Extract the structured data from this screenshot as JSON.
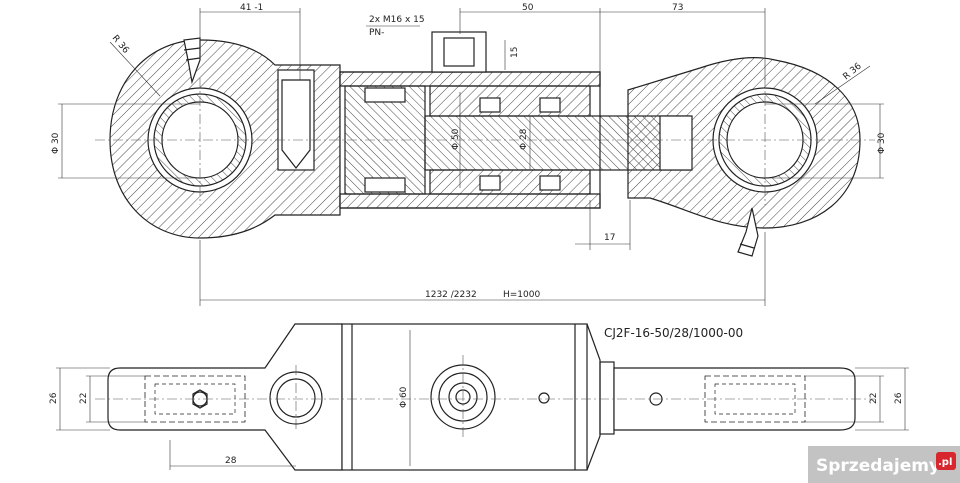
{
  "drawing": {
    "part_number": "CJ2F-16-50/28/1000-00",
    "dimensions": {
      "top_41": "41 -1",
      "port_thread": "2x M16 x 15",
      "port_pn": "PN-",
      "top_50": "50",
      "top_73": "73",
      "r36_left": "R 36",
      "r36_right": "R 36",
      "dia30_left": "Φ 30",
      "dia30_right": "Φ 30",
      "dia50": "Φ 50",
      "dia28": "Φ 28",
      "port_15": "15",
      "dim_17": "17",
      "length": "1232 /2232",
      "stroke": "H=1000",
      "dia60": "Φ 60",
      "width26_left": "26",
      "width22_left": "22",
      "width22_right": "22",
      "width26_right": "26",
      "dim_28": "28"
    }
  },
  "watermark": {
    "text": "Sprzedajemy",
    "suffix": ".pl"
  },
  "colors": {
    "line": "#222222",
    "watermark_bg": "#b8b8b8",
    "watermark_badge": "#d7262e"
  }
}
